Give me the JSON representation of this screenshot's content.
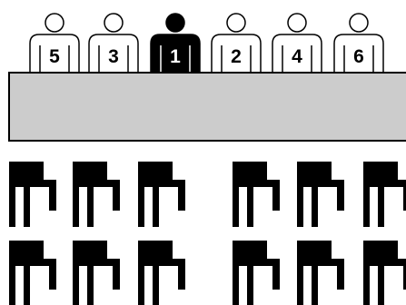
{
  "panel": {
    "members": [
      {
        "number": "5",
        "highlighted": false
      },
      {
        "number": "3",
        "highlighted": false
      },
      {
        "number": "1",
        "highlighted": true
      },
      {
        "number": "2",
        "highlighted": false
      },
      {
        "number": "4",
        "highlighted": false
      },
      {
        "number": "6",
        "highlighted": false
      }
    ]
  },
  "audience": {
    "rows": 2,
    "left_block_chairs": 3,
    "right_block_chairs": 3
  },
  "colors": {
    "outline": "#000000",
    "member_fill": "#ffffff",
    "highlight_fill": "#000000",
    "table_fill": "#cccccc",
    "chair_fill": "#000000"
  }
}
